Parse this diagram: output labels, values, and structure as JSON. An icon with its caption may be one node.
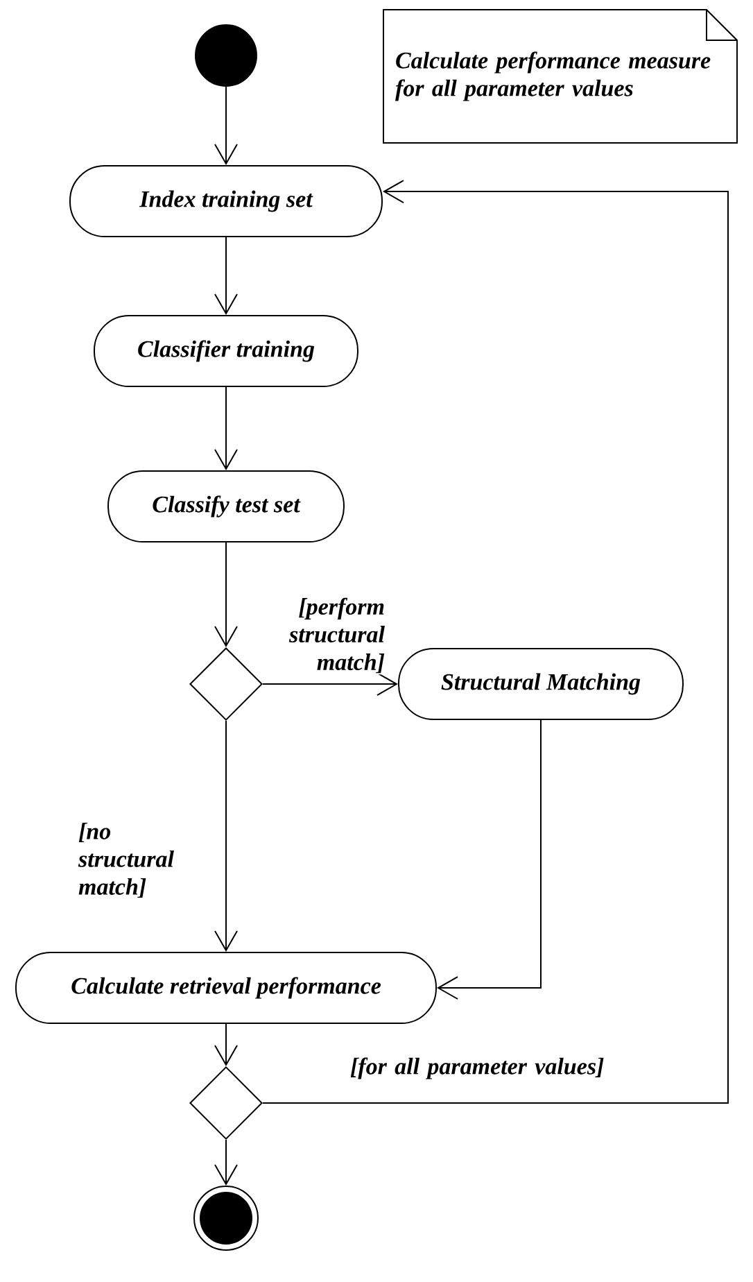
{
  "diagram": {
    "nodes": [
      {
        "text": [],
        "shape": "circle"
      },
      {
        "text": [
          "Calculate performance measure for all parameter values"
        ]
      },
      {
        "text": [
          "Index training set"
        ]
      },
      {
        "text": [
          "Classifier training"
        ]
      },
      {
        "text": [
          "Classify test set"
        ]
      },
      {
        "text": [],
        "shape": "diamond"
      },
      {
        "text": [
          "Structural Matching"
        ]
      },
      {
        "text": [
          "Calculate retrieval performance"
        ]
      },
      {
        "text": [],
        "shape": "diamond"
      },
      {
        "text": [],
        "shape": "circle"
      }
    ],
    "edges": [
      {
        "from": 0,
        "to": 2,
        "arrow": "to"
      },
      {
        "from": 2,
        "to": 3,
        "arrow": "to"
      },
      {
        "from": 3,
        "to": 4,
        "arrow": "to"
      },
      {
        "from": 4,
        "to": 5,
        "arrow": "to"
      },
      {
        "from": 5,
        "to": 6,
        "arrow": "to",
        "label": "[perform structural match]"
      },
      {
        "from": 5,
        "to": 7,
        "arrow": "to",
        "label": "[no structural match]"
      },
      {
        "from": 6,
        "to": 7,
        "arrow": "to"
      },
      {
        "from": 7,
        "to": 8,
        "arrow": "to"
      },
      {
        "from": 8,
        "to": 2,
        "arrow": "to",
        "label": "[for all parameter values]"
      },
      {
        "from": 8,
        "to": 9,
        "arrow": "to"
      }
    ]
  }
}
